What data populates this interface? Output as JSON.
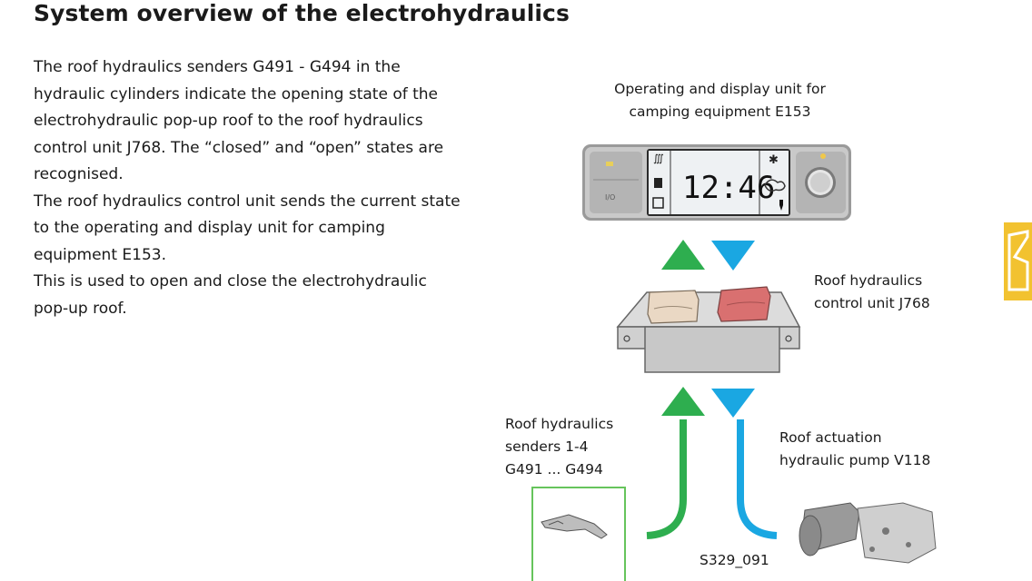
{
  "header": {
    "title": "System overview of the electrohydraulics"
  },
  "body_text": [
    "The roof hydraulics senders G491 - G494 in the hydraulic cylinders indicate the opening state of the electrohydraulic pop-up roof to the roof hydraulics control unit J768. The “closed” and “open” states are recognised.",
    "The roof hydraulics control unit sends the current state to the operating and display unit for camping equipment E153.",
    "This is used to open and close the electrohydraulic pop-up roof."
  ],
  "diagram": {
    "display_unit_label": [
      "Operating and display unit for",
      "camping equipment E153"
    ],
    "display_time": "12:46",
    "display_button_label": "I/O",
    "control_unit_label": [
      "Roof hydraulics",
      "control unit J768"
    ],
    "senders_label": [
      "Roof hydraulics",
      "senders 1-4",
      "G491 ... G494"
    ],
    "pump_label": [
      "Roof actuation",
      "hydraulic pump V118"
    ],
    "figure_id": "S329_091",
    "colors": {
      "up_arrow": "#2eae4f",
      "down_arrow": "#1aa7e2",
      "sender_frame": "#66c45c",
      "tab": "#f2c230"
    }
  }
}
